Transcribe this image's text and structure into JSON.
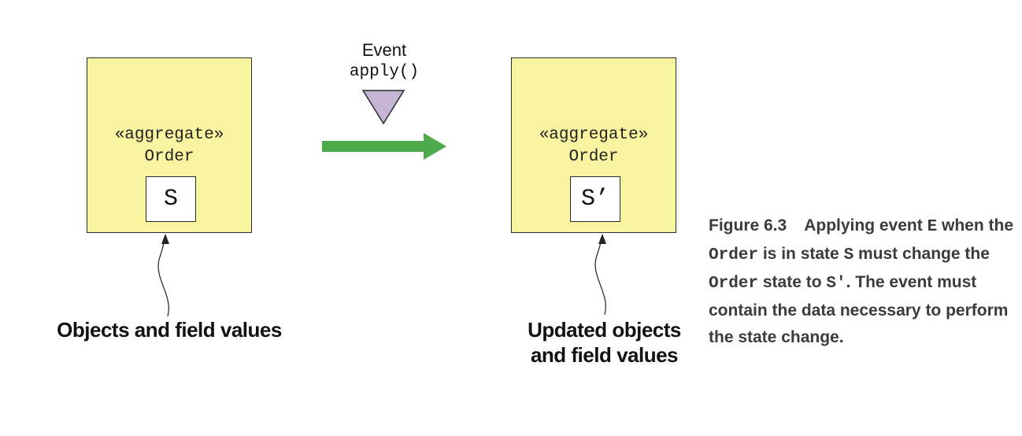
{
  "left_aggregate": {
    "stereotype": "«aggregate»",
    "class_name": "Order",
    "state": "S",
    "callout": "Objects and field values"
  },
  "event": {
    "label": "Event",
    "method": "apply()"
  },
  "right_aggregate": {
    "stereotype": "«aggregate»",
    "class_name": "Order",
    "state": "S’",
    "callout_line1": "Updated objects",
    "callout_line2": "and field values"
  },
  "caption": {
    "number": "Figure 6.3",
    "t1": "Applying event ",
    "c1": "E",
    "t2": " when the ",
    "c2": "Order",
    "t3": " is in state ",
    "c3": "S",
    "t4": " must change the ",
    "c4": "Order",
    "t5": " state to ",
    "c5": "S'",
    "t6": ". The event must contain the data necessary to perform the state change."
  },
  "colors": {
    "aggregate_fill": "#f9f4a0",
    "arrow": "#4caa4a",
    "event_triangle": "#c6b4d4"
  }
}
